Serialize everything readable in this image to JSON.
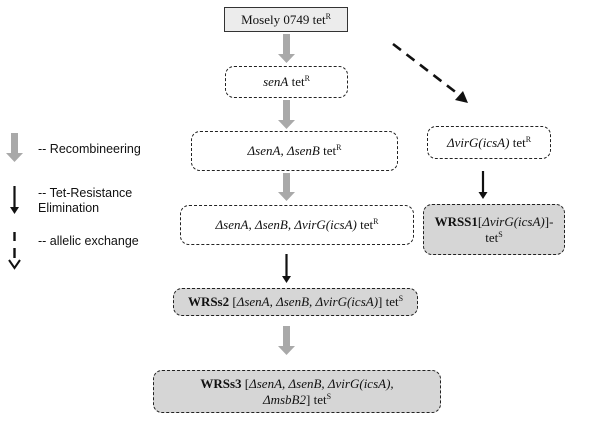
{
  "nodes": {
    "mosely": {
      "text": "Mosely 0749 tet",
      "sup": "R"
    },
    "senA": {
      "italic": "senA",
      "text": " tet",
      "sup": "R"
    },
    "senA_senB": {
      "italic": "ΔsenA, ΔsenB",
      "text": " tet",
      "sup": "R"
    },
    "senA_senB_virG": {
      "italic": "ΔsenA, ΔsenB, ΔvirG(icsA)",
      "text": " tet",
      "sup": "R"
    },
    "virG": {
      "italic": "ΔvirG(icsA)",
      "text": " tet",
      "sup": "R"
    },
    "wrss1": {
      "bold": "WRSS1",
      "open": "[",
      "italic": "ΔvirG(icsA)",
      "close": "]-",
      "line2": "tet",
      "sup": "S"
    },
    "wrss2": {
      "bold": "WRSs2",
      "open": " [",
      "italic": "ΔsenA, ΔsenB, ΔvirG(icsA)",
      "close": "] tet",
      "sup": "S"
    },
    "wrss3": {
      "bold": "WRSs3",
      "open": " [",
      "italic": "ΔsenA, ΔsenB, ΔvirG(icsA),",
      "italic2": "ΔmsbB2",
      "close": "] tet",
      "sup": "S"
    }
  },
  "legend": {
    "recombineering": "-- Recombineering",
    "tet_resistance_1": "-- Tet-Resistance",
    "tet_resistance_2": "Elimination",
    "allelic_exchange": "-- allelic exchange"
  }
}
